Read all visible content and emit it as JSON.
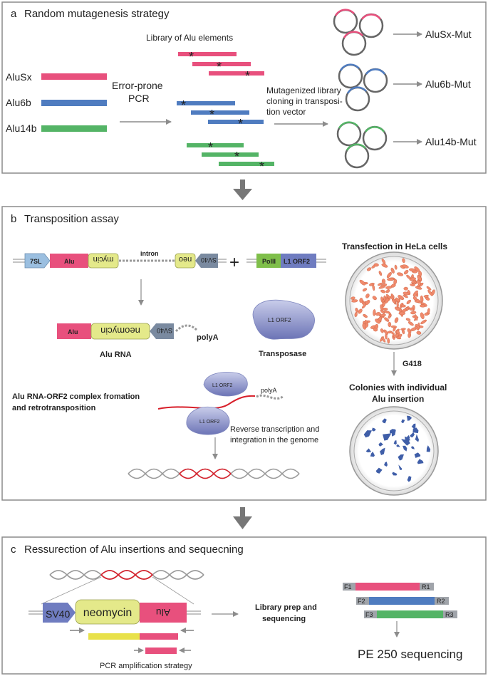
{
  "panel_a": {
    "letter": "a",
    "title": "Random mutagenesis strategy",
    "library_label": "Library of Alu elements",
    "elements": [
      "AluSx",
      "Alu6b",
      "Alu14b"
    ],
    "pcr_line1": "Error-prone",
    "pcr_line2": "PCR",
    "cloning_line1": "Mutagenized library",
    "cloning_line2": "cloning in transposi-",
    "cloning_line3": "tion vector",
    "mutants": [
      "AluSx-Mut",
      "Alu6b-Mut",
      "Alu14b-Mut"
    ],
    "mutation_mark": "*"
  },
  "panel_b": {
    "letter": "b",
    "title": "Transposition assay",
    "construct": {
      "7sl": "7SL",
      "alu": "Alu",
      "mycin": "mycin",
      "intron": "intron",
      "neo": "neo",
      "sv40": "SV40",
      "plus": "+",
      "polii": "PolII",
      "orf2": "L1 ORF2"
    },
    "rna": {
      "alu": "Alu",
      "neomycin": "neomycin",
      "sv40": "SV40",
      "polya": "polyA",
      "label": "Alu RNA"
    },
    "transposase": {
      "blob": "L1 ORF2",
      "label": "Transposase"
    },
    "complex": {
      "line1": "Alu RNA-ORF2 complex fromation",
      "line2": "and retrotransposition",
      "blob1": "L1 ORF2",
      "blob2": "L1 ORF2",
      "polya": "polyA"
    },
    "rt_line1": "Reverse transcription and",
    "rt_line2": "integration in the genome",
    "transfection": "Transfection in HeLa cells",
    "selection": "G418",
    "colonies_line1": "Colonies with individual",
    "colonies_line2": "Alu insertion"
  },
  "panel_c": {
    "letter": "c",
    "title": "Ressurection of Alu insertions and sequecning",
    "sv40": "SV40",
    "neomycin": "neomycin",
    "alu": "Alu",
    "pcr_strategy": "PCR amplification strategy",
    "library_line1": "Library prep and",
    "library_line2": "sequencing",
    "primers_f": [
      "F1",
      "F2",
      "F3"
    ],
    "primers_r": [
      "R1",
      "R2",
      "R3"
    ],
    "sequencing": "PE 250 sequencing"
  },
  "colors": {
    "alusx": "#e8507d",
    "alu6b": "#4f7cc0",
    "alu14b": "#54b466",
    "sv40": "#7a8aa0",
    "neo": "#e4e98a",
    "orf2": "#6f7cc0",
    "polii": "#7fbf4a",
    "sl7": "#9bbfe0",
    "frame": "#8c8c8c",
    "cell": "#f08a6c",
    "colony": "#3f5ea8",
    "helix_red": "#d81f2a"
  }
}
